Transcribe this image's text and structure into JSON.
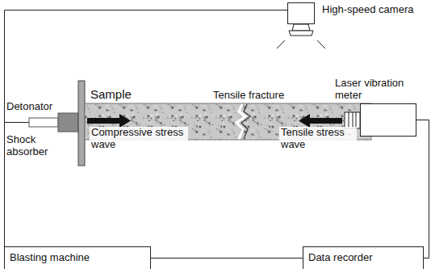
{
  "diagram": {
    "nodes": [
      {
        "text": [
          "High-speed camera"
        ]
      },
      {
        "text": [
          "Laser vibration meter"
        ]
      },
      {
        "text": [
          "Blasting machine"
        ]
      },
      {
        "text": [
          "Data recorder"
        ]
      }
    ],
    "edges": [
      {
        "from": 0,
        "to": 2,
        "arrow": "none"
      },
      {
        "from": 2,
        "to": 3,
        "arrow": "none"
      },
      {
        "from": 3,
        "to": 1,
        "arrow": "none"
      }
    ],
    "labels": [
      "Sample",
      "Detonator",
      "Shock absorber",
      "Tensile fracture",
      "Compressive stress wave",
      "Tensile stress wave"
    ]
  }
}
